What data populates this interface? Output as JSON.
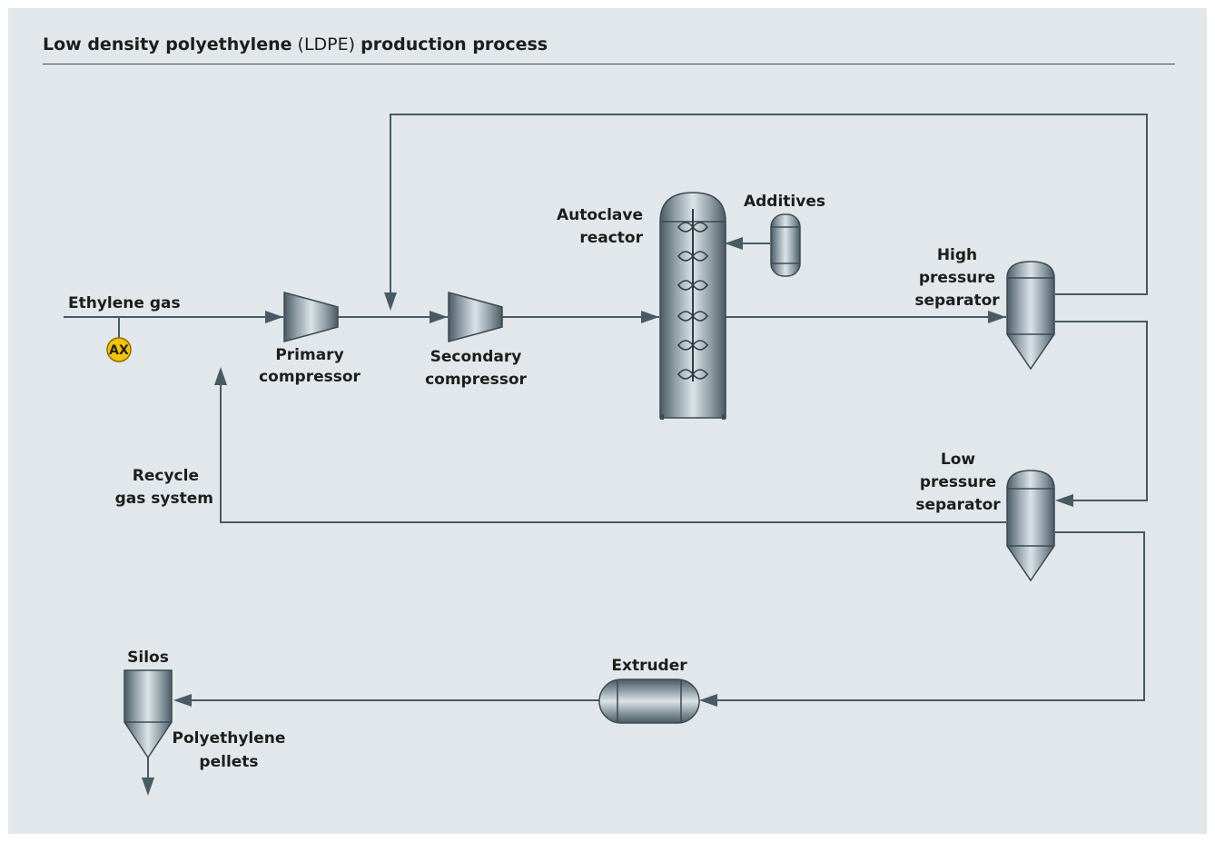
{
  "title": {
    "part1": "Low density polyethylene",
    "part2": "(LDPE)",
    "part3": "production process"
  },
  "labels": {
    "ethylene_gas": "Ethylene gas",
    "analyzer": "AX",
    "primary_compressor": [
      "Primary",
      "compressor"
    ],
    "secondary_compressor": [
      "Secondary",
      "compressor"
    ],
    "autoclave_reactor": [
      "Autoclave",
      "reactor"
    ],
    "additives": "Additives",
    "high_pressure_separator": [
      "High",
      "pressure",
      "separator"
    ],
    "low_pressure_separator": [
      "Low",
      "pressure",
      "separator"
    ],
    "recycle_gas_system": [
      "Recycle",
      "gas system"
    ],
    "extruder": "Extruder",
    "silos": "Silos",
    "polyethylene_pellets": [
      "Polyethylene",
      "pellets"
    ]
  },
  "colors": {
    "background": "#e1e7ea",
    "pipe": "#485a64",
    "analyzer": "#f5c400"
  }
}
